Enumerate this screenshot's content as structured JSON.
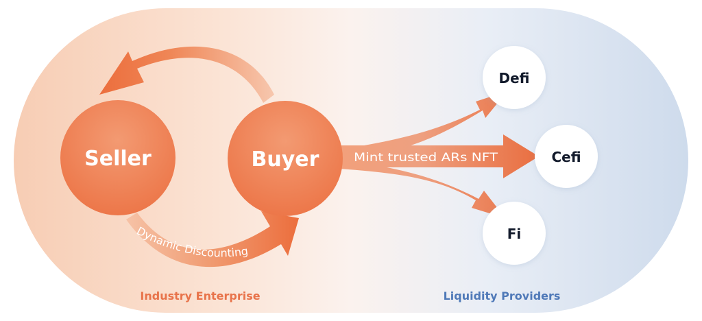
{
  "nodes": {
    "seller": "Seller",
    "buyer": "Buyer",
    "defi": "Defi",
    "cefi": "Cefi",
    "fi": "Fi"
  },
  "flows": {
    "dynamic_discounting": "Dynamic Discounting",
    "mint": "Mint trusted ARs NFT"
  },
  "groups": {
    "industry": "Industry Enterprise",
    "liquidity": "Liquidity Providers"
  },
  "colors": {
    "accent_orange": "#ee7744",
    "label_orange": "#e8734a",
    "label_blue": "#4f79b8",
    "node_text_dark": "#121a2b"
  }
}
